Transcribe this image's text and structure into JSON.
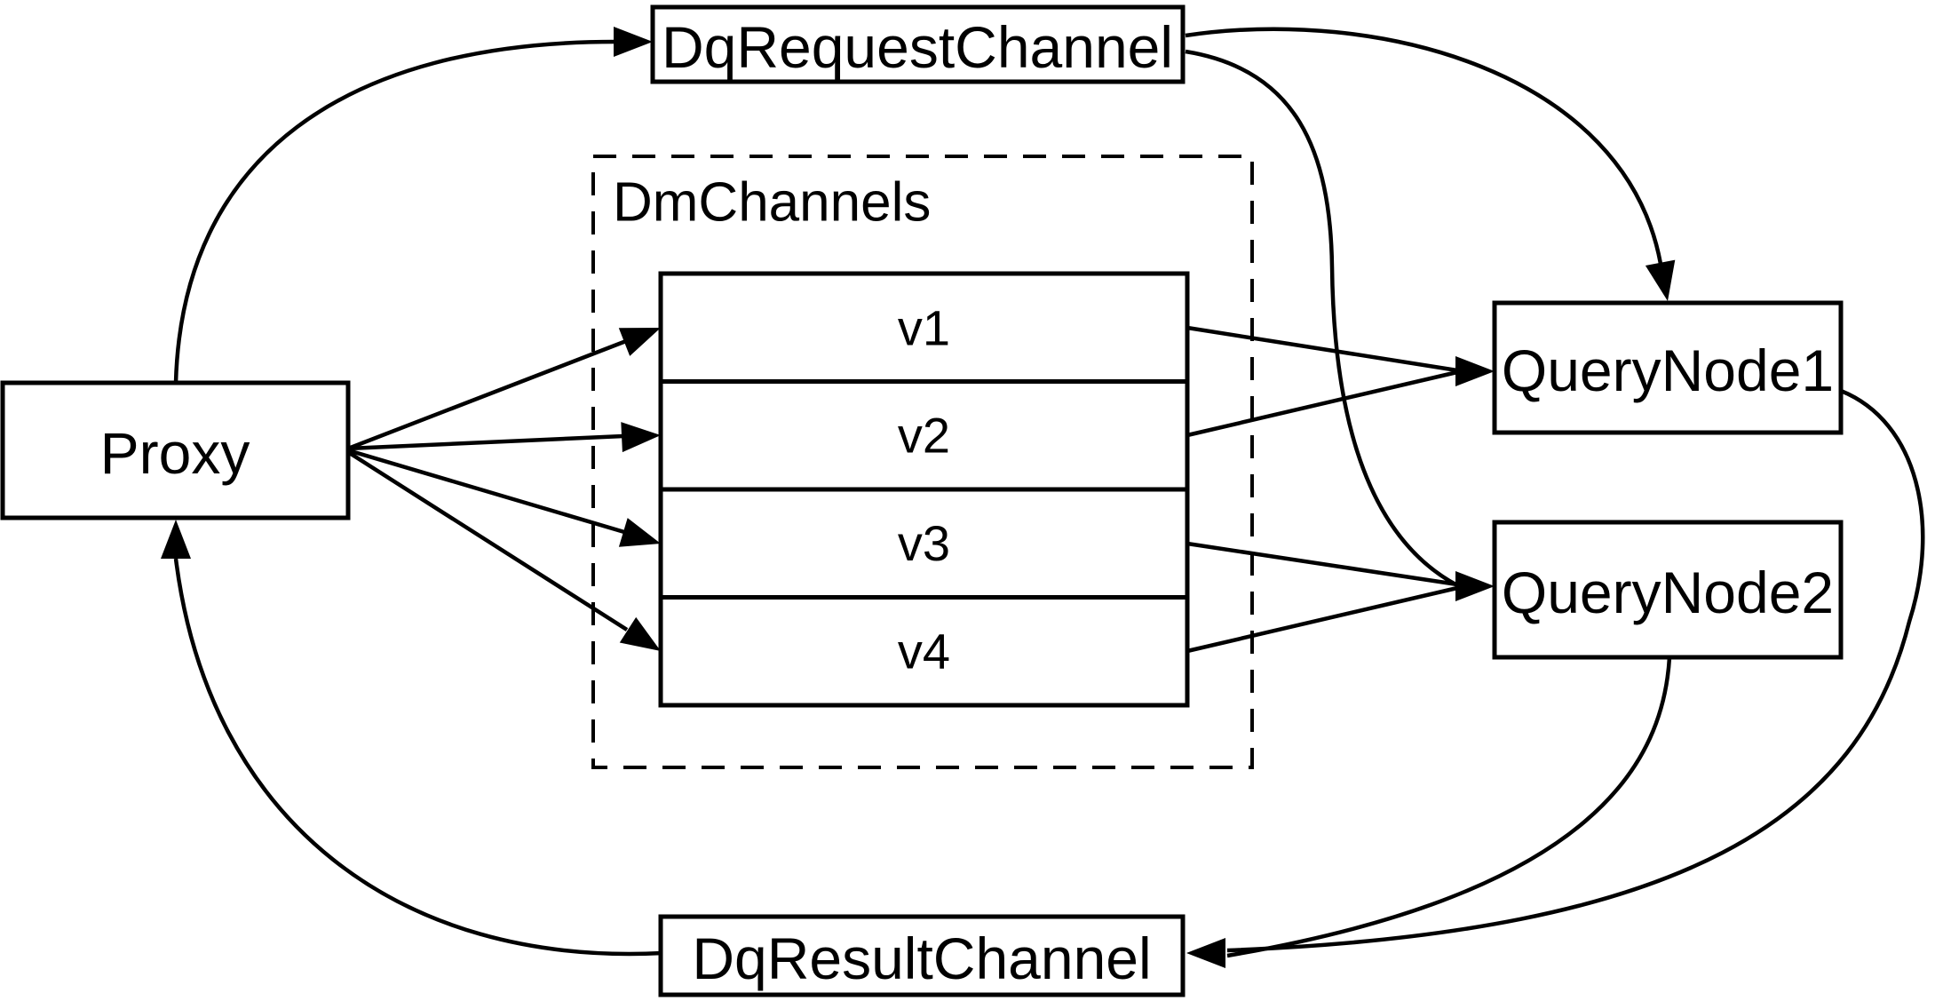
{
  "diagram": {
    "nodes": {
      "proxy": {
        "label": "Proxy"
      },
      "dq_request_channel": {
        "label": "DqRequestChannel"
      },
      "dm_channels_group": {
        "label": "DmChannels"
      },
      "channels": [
        {
          "label": "v1"
        },
        {
          "label": "v2"
        },
        {
          "label": "v3"
        },
        {
          "label": "v4"
        }
      ],
      "query_node_1": {
        "label": "QueryNode1"
      },
      "query_node_2": {
        "label": "QueryNode2"
      },
      "dq_result_channel": {
        "label": "DqResultChannel"
      }
    },
    "edges": [
      {
        "from": "Proxy",
        "to": "DqRequestChannel"
      },
      {
        "from": "Proxy",
        "to": "v1"
      },
      {
        "from": "Proxy",
        "to": "v2"
      },
      {
        "from": "Proxy",
        "to": "v3"
      },
      {
        "from": "Proxy",
        "to": "v4"
      },
      {
        "from": "DqRequestChannel",
        "to": "QueryNode1"
      },
      {
        "from": "DqRequestChannel",
        "to": "QueryNode2"
      },
      {
        "from": "v1",
        "to": "QueryNode1"
      },
      {
        "from": "v2",
        "to": "QueryNode1"
      },
      {
        "from": "v3",
        "to": "QueryNode2"
      },
      {
        "from": "v4",
        "to": "QueryNode2"
      },
      {
        "from": "QueryNode1",
        "to": "DqResultChannel"
      },
      {
        "from": "QueryNode2",
        "to": "DqResultChannel"
      },
      {
        "from": "DqResultChannel",
        "to": "Proxy"
      }
    ],
    "colors": {
      "line": "#000000",
      "background": "#ffffff",
      "box_fill": "#ffffff"
    }
  }
}
